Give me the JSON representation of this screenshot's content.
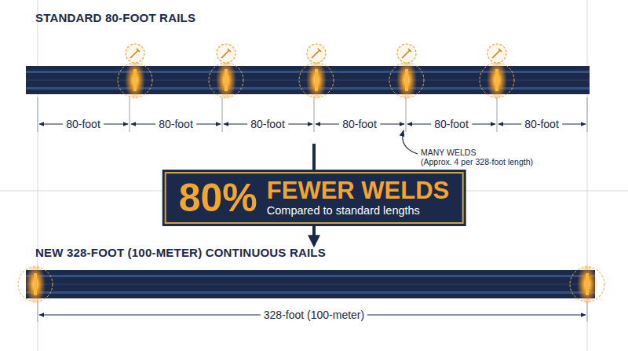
{
  "diagram": {
    "nodes": [
      {
        "text": [
          "80%",
          "FEWER WELDS",
          "Compared to standard lengths"
        ]
      }
    ],
    "labels": [
      "STANDARD 80-FOOT RAILS",
      "80-foot",
      "80-foot",
      "80-foot",
      "80-foot",
      "80-foot",
      "80-foot",
      "MANY WELDS",
      "(Approx. 4 per 328-foot length)",
      "NEW 328-FOOT (100-METER) CONTINUOUS RAILS",
      "328-foot (100-meter)"
    ]
  }
}
